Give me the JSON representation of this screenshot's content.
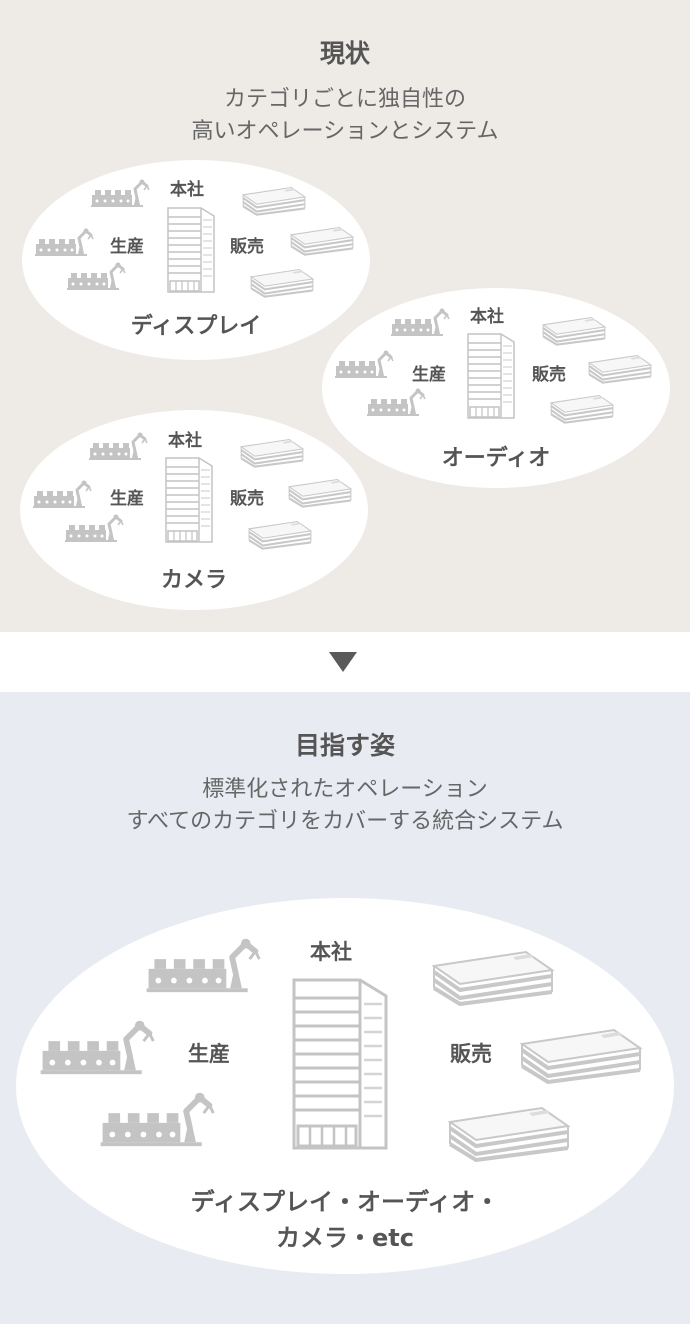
{
  "current": {
    "heading": "現状",
    "subtitle_line1": "カテゴリごとに独自性の",
    "subtitle_line2": "高いオペレーションとシステム",
    "clusters": [
      {
        "name": "ディスプレイ",
        "hq": "本社",
        "production": "生産",
        "sales": "販売"
      },
      {
        "name": "オーディオ",
        "hq": "本社",
        "production": "生産",
        "sales": "販売"
      },
      {
        "name": "カメラ",
        "hq": "本社",
        "production": "生産",
        "sales": "販売"
      }
    ]
  },
  "goal": {
    "heading": "目指す姿",
    "subtitle_line1": "標準化されたオペレーション",
    "subtitle_line2": "すべてのカテゴリをカバーする統合システム",
    "cluster": {
      "hq": "本社",
      "production": "生産",
      "sales": "販売",
      "name_line1": "ディスプレイ・オーディオ・",
      "name_line2": "カメラ・etc"
    }
  },
  "icons": {
    "factory": "factory-robot-icon",
    "office": "office-building-icon",
    "store": "sony-store-icon"
  },
  "colors": {
    "current_bg": "#eeeae6",
    "goal_bg": "#e8ecf2",
    "icon": "#c8c8c8",
    "arrow": "#5a5a5a"
  }
}
